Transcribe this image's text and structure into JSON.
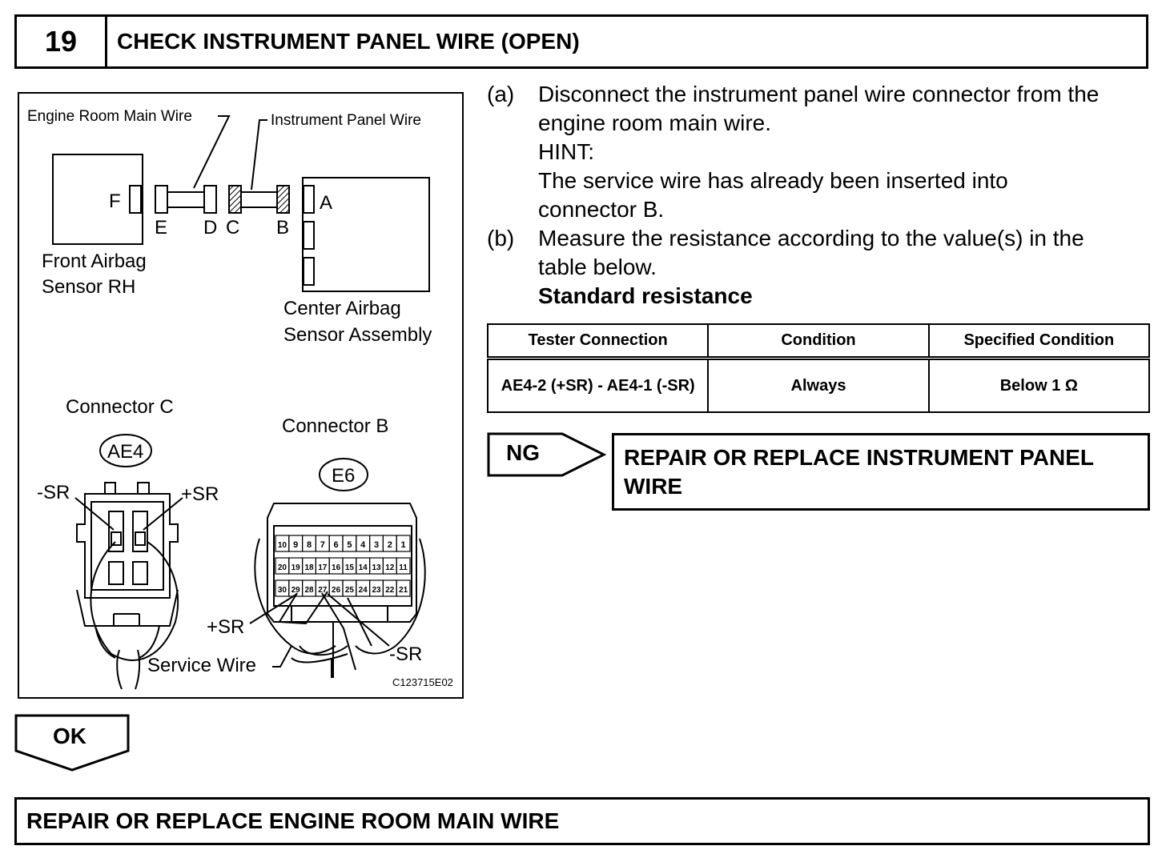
{
  "step": {
    "number": "19",
    "title": "CHECK INSTRUMENT PANEL WIRE (OPEN)"
  },
  "figure": {
    "labels": {
      "engine_room_main_wire": "Engine Room Main Wire",
      "instrument_panel_wire": "Instrument Panel Wire",
      "front_airbag_1": "Front Airbag",
      "front_airbag_2": "Sensor RH",
      "center_airbag_1": "Center Airbag",
      "center_airbag_2": "Sensor Assembly",
      "A": "A",
      "B": "B",
      "C": "C",
      "D": "D",
      "E": "E",
      "F": "F",
      "connector_c": "Connector C",
      "connector_b": "Connector B",
      "ae4": "AE4",
      "e6": "E6",
      "minus_sr": "-SR",
      "plus_sr": "+SR",
      "service_wire": "Service Wire",
      "figure_code": "C123715E02"
    },
    "pins": {
      "row1": [
        "10",
        "9",
        "8",
        "7",
        "6",
        "5",
        "4",
        "3",
        "2",
        "1"
      ],
      "row2": [
        "20",
        "19",
        "18",
        "17",
        "16",
        "15",
        "14",
        "13",
        "12",
        "11"
      ],
      "row3": [
        "30",
        "29",
        "28",
        "27",
        "26",
        "25",
        "24",
        "23",
        "22",
        "21"
      ]
    }
  },
  "instructions": {
    "a_letter": "(a)",
    "a_line1": "Disconnect the instrument panel wire connector from the",
    "a_line2": "engine room main wire.",
    "hint_label": "HINT:",
    "hint_line1": "The service wire has already been inserted into",
    "hint_line2": "connector B.",
    "b_letter": "(b)",
    "b_line1": "Measure the resistance according to the value(s) in the",
    "b_line2": "table below.",
    "standard": "Standard resistance"
  },
  "table": {
    "headers": [
      "Tester Connection",
      "Condition",
      "Specified Condition"
    ],
    "row": [
      "AE4-2 (+SR) - AE4-1 (-SR)",
      "Always",
      "Below 1 Ω"
    ]
  },
  "ng": {
    "label": "NG",
    "line1": "REPAIR OR REPLACE INSTRUMENT PANEL",
    "line2": "WIRE"
  },
  "ok": {
    "label": "OK"
  },
  "final": {
    "text": "REPAIR OR REPLACE ENGINE ROOM MAIN WIRE"
  }
}
